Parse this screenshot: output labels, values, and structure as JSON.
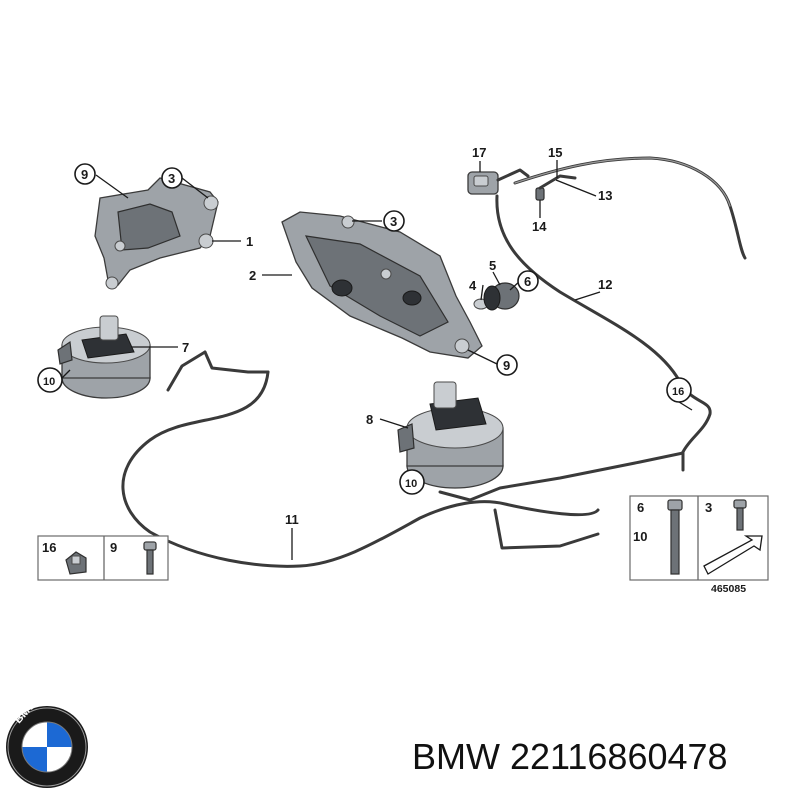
{
  "labels": {
    "l1": "1",
    "l2": "2",
    "l3a": "3",
    "l3b": "3",
    "l4": "4",
    "l5": "5",
    "l6": "6",
    "l7": "7",
    "l8": "8",
    "l9a": "9",
    "l9b": "9",
    "l10a": "10",
    "l10b": "10",
    "l11": "11",
    "l12": "12",
    "l13": "13",
    "l14": "14",
    "l15": "15",
    "l16": "16",
    "l17": "17"
  },
  "legend_left": {
    "item_a": "16",
    "item_b": "9"
  },
  "legend_right": {
    "item_a": "6",
    "item_b": "10",
    "item_c": "3"
  },
  "diagram_number": "465085",
  "brand": {
    "text": "BMW 22116860478",
    "logo_letters": "BMW"
  },
  "colors": {
    "logo_blue": "#1c69d4",
    "logo_ring": "#1a1a1a"
  }
}
